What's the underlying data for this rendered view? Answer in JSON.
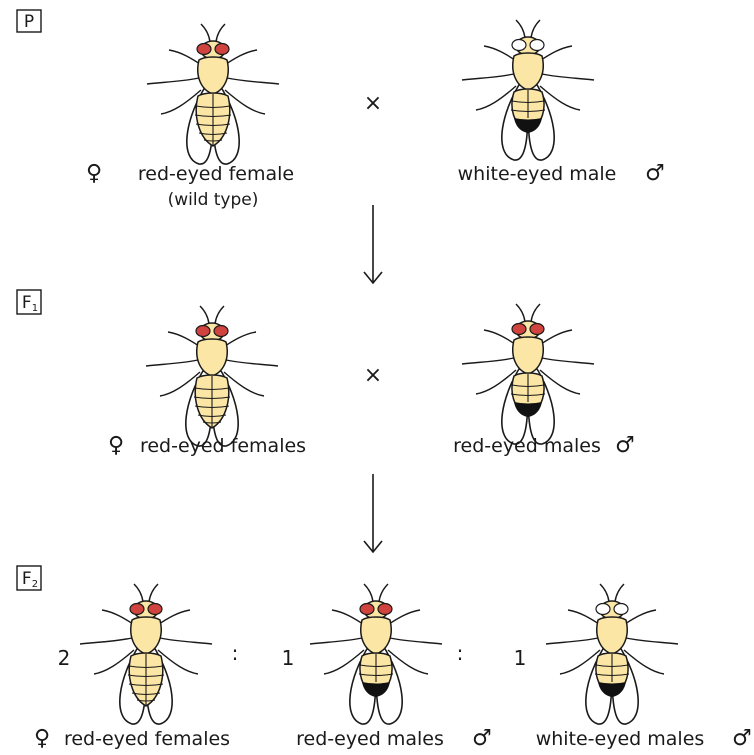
{
  "generations": [
    {
      "label": "P",
      "cross_symbol": "×",
      "flies": [
        {
          "sex": "female",
          "eye_color": "red",
          "caption": "red-eyed female",
          "subcaption": "(wild type)",
          "sex_symbol": "♀"
        },
        {
          "sex": "male",
          "eye_color": "white",
          "caption": "white-eyed male",
          "sex_symbol": "♂"
        }
      ]
    },
    {
      "label": "F1",
      "label_main": "F",
      "label_sub": "1",
      "cross_symbol": "×",
      "flies": [
        {
          "sex": "female",
          "eye_color": "red",
          "caption": "red-eyed females",
          "sex_symbol": "♀"
        },
        {
          "sex": "male",
          "eye_color": "red",
          "caption": "red-eyed males",
          "sex_symbol": "♂"
        }
      ]
    },
    {
      "label": "F2",
      "label_main": "F",
      "label_sub": "2",
      "ratio": [
        "2",
        ":",
        "1",
        ":",
        "1"
      ],
      "flies": [
        {
          "sex": "female",
          "eye_color": "red",
          "caption": "red-eyed females",
          "sex_symbol": "♀"
        },
        {
          "sex": "male",
          "eye_color": "red",
          "caption": "red-eyed males",
          "sex_symbol": "♂"
        },
        {
          "sex": "male",
          "eye_color": "white",
          "caption": "white-eyed males",
          "sex_symbol": "♂"
        }
      ]
    }
  ],
  "colors": {
    "body": "#fbe6a6",
    "red_eye": "#d0433f",
    "white_eye": "#ffffff",
    "male_tip": "#111111",
    "outline": "#1a1a1a"
  }
}
